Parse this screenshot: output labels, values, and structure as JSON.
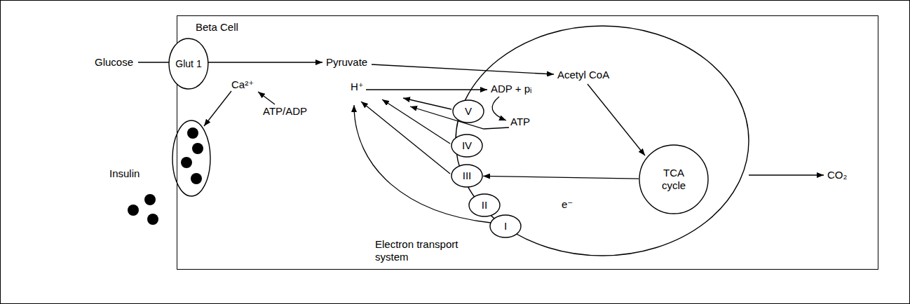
{
  "diagram": {
    "nodes": [
      {
        "text": [
          "Beta Cell"
        ]
      },
      {
        "text": [
          "Glut 1"
        ],
        "in": 0
      },
      {
        "text": [
          "Insulin"
        ],
        "in": 0
      },
      {
        "text": [
          "e⁻"
        ],
        "in": 0
      },
      {
        "text": [
          "V"
        ],
        "in": 3
      },
      {
        "text": [
          "IV"
        ],
        "in": 3
      },
      {
        "text": [
          "III"
        ],
        "in": 3
      },
      {
        "text": [
          "II"
        ],
        "in": 3
      },
      {
        "text": [
          "I"
        ],
        "in": 3
      },
      {
        "text": [
          "TCA cycle"
        ],
        "in": 3
      }
    ],
    "edges": [
      {
        "from": 9,
        "to": 6,
        "arrow": "to"
      }
    ],
    "labels": [
      "Glucose",
      "Pyruvate",
      "H⁺",
      "Acetyl CoA",
      "ADP + pᵢ",
      "ATP",
      "ATP/ADP",
      "Ca²⁺",
      "CO₂",
      "Electron transport system"
    ]
  }
}
